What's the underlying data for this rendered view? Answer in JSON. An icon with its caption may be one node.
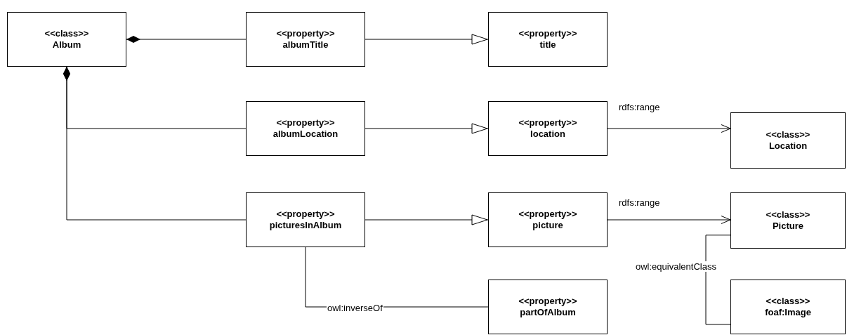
{
  "diagram": {
    "nodes": [
      {
        "text": [
          "<<class>>",
          "Album"
        ]
      },
      {
        "text": [
          "<<property>>",
          "albumTitle"
        ]
      },
      {
        "text": [
          "<<property>>",
          "title"
        ]
      },
      {
        "text": [
          "<<property>>",
          "albumLocation"
        ]
      },
      {
        "text": [
          "<<property>>",
          "location"
        ]
      },
      {
        "text": [
          "<<class>>",
          "Location"
        ]
      },
      {
        "text": [
          "<<property>>",
          "picturesInAlbum"
        ]
      },
      {
        "text": [
          "<<property>>",
          "picture"
        ]
      },
      {
        "text": [
          "<<class>>",
          "Picture"
        ]
      },
      {
        "text": [
          "<<property>>",
          "partOfAlbum"
        ]
      },
      {
        "text": [
          "<<class>>",
          "foaf:Image"
        ]
      }
    ],
    "edges": [
      {
        "from": 0,
        "to": 1,
        "arrow": "other"
      },
      {
        "from": 0,
        "to": 3,
        "arrow": "other"
      },
      {
        "from": 0,
        "to": 6,
        "arrow": "other"
      },
      {
        "from": 1,
        "to": 2,
        "arrow": "to"
      },
      {
        "from": 3,
        "to": 4,
        "arrow": "to"
      },
      {
        "from": 6,
        "to": 7,
        "arrow": "to"
      },
      {
        "from": 4,
        "to": 5,
        "arrow": "to",
        "label": "rdfs:range"
      },
      {
        "from": 7,
        "to": 8,
        "arrow": "to",
        "label": "rdfs:range"
      },
      {
        "from": 6,
        "to": 9,
        "arrow": "none",
        "label": "owl:inverseOf"
      },
      {
        "from": 8,
        "to": 10,
        "arrow": "none",
        "label": "owl:equivalentClass"
      }
    ]
  }
}
